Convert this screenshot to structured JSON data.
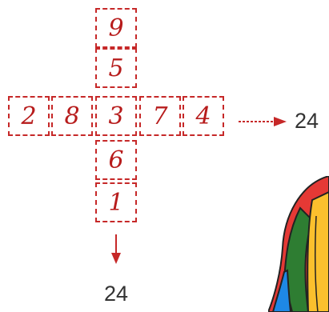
{
  "grid": {
    "vertical": [
      "9",
      "5",
      "3",
      "6",
      "1"
    ],
    "horizontal": [
      "2",
      "8",
      "3",
      "7",
      "4"
    ]
  },
  "horizontal_sum": "24",
  "vertical_sum": "24",
  "colors": {
    "accent": "#c62828",
    "text": "#333333"
  },
  "decoration": {
    "icon": "parrot-icon"
  }
}
